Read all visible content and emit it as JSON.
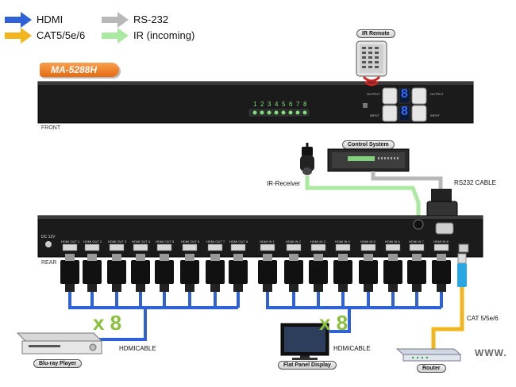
{
  "legend": {
    "items": [
      {
        "label": "HDMI",
        "color": "#2f62d8"
      },
      {
        "label": "CAT5/5e/6",
        "color": "#f2b61c"
      },
      {
        "label": "RS-232",
        "color": "#b8b8b8"
      },
      {
        "label": "IR (incoming)",
        "color": "#a9e9a0"
      }
    ]
  },
  "front": {
    "model": "MA-5288H",
    "label": "FRONT",
    "port_numbers": [
      "1",
      "2",
      "3",
      "4",
      "5",
      "6",
      "7",
      "8"
    ],
    "output_label": "OUTPUT",
    "input_label": "INPUT",
    "digit": "8"
  },
  "ir_remote": {
    "label": "IR Remote"
  },
  "control_system": {
    "label": "Control System"
  },
  "ir_receiver": {
    "label": "IR-Receiver"
  },
  "rs232_cable": {
    "label": "RS232 CABLE"
  },
  "rear": {
    "label": "REAR",
    "power_label": "DC 12V",
    "outputs": [
      "HDMI OUT 1",
      "HDMI OUT 2",
      "HDMI OUT 3",
      "HDMI OUT 4",
      "HDMI OUT 5",
      "HDMI OUT 6",
      "HDMI OUT 7",
      "HDMI OUT 8"
    ],
    "inputs": [
      "HDMI IN 1",
      "HDMI IN 2",
      "HDMI IN 3",
      "HDMI IN 4",
      "HDMI IN 5",
      "HDMI IN 6",
      "HDMI IN 7",
      "HDMI IN 8"
    ]
  },
  "multipliers": {
    "left": "x 8",
    "right": "x 8"
  },
  "cables": {
    "hdmi_left": "HDMICABLE",
    "hdmi_right": "HDMICABLE",
    "cat": "CAT 5/5e/6"
  },
  "devices": {
    "bluray": "Blu-ray Player",
    "display": "Flat Panel Display",
    "router": "Router",
    "www": "WWW."
  }
}
